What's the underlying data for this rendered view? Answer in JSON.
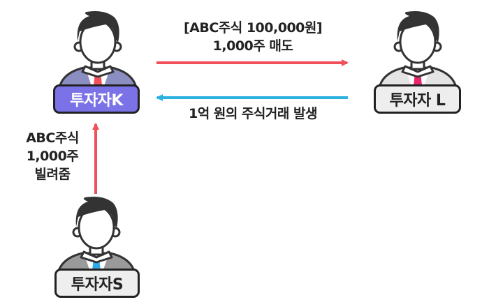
{
  "investors": {
    "k": {
      "label": "투자자K",
      "suit_color": "#8a8ec0",
      "tie_color": "#f0505a",
      "box_color": "#7b72e8"
    },
    "l": {
      "label": "투자자 L",
      "suit_color": "#e4e4e4",
      "tie_color": "#e8266e",
      "box_color": "#eeeeee"
    },
    "s": {
      "label": "투자자S",
      "suit_color": "#9a9a9a",
      "tie_color": "#2ea8e8",
      "box_color": "#eeeeee"
    }
  },
  "arrows": {
    "sell": {
      "line1": "[ABC주식 100,000원]",
      "line2": "1,000주 매도",
      "color": "#f0505a"
    },
    "payment": {
      "label": "1억 원의  주식거래 발생",
      "color": "#2bb2e0"
    },
    "lend": {
      "line1": "ABC주식",
      "line2": "1,000주",
      "line3": "빌려줌",
      "color": "#f0505a"
    }
  }
}
